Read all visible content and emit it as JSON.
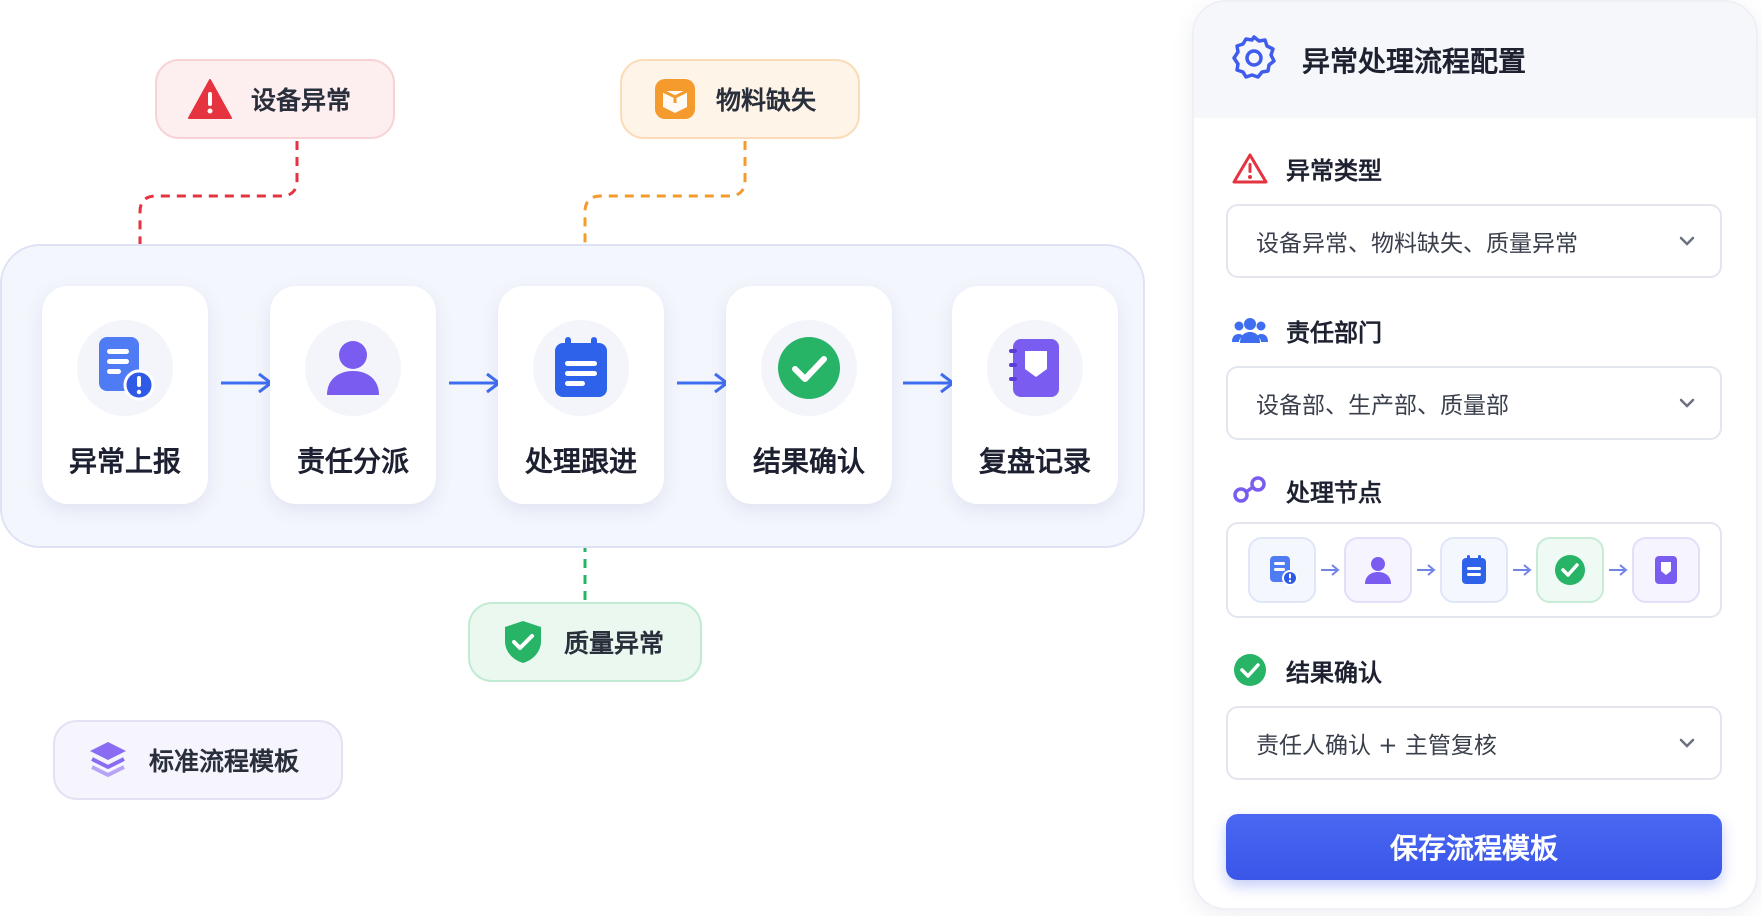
{
  "tags": {
    "equipment": "设备异常",
    "material": "物料缺失",
    "quality": "质量异常",
    "template": "标准流程模板"
  },
  "flow": {
    "steps": [
      {
        "label": "异常上报",
        "icon": "report-icon"
      },
      {
        "label": "责任分派",
        "icon": "user-icon"
      },
      {
        "label": "处理跟进",
        "icon": "clipboard-icon"
      },
      {
        "label": "结果确认",
        "icon": "check-icon"
      },
      {
        "label": "复盘记录",
        "icon": "notebook-icon"
      }
    ]
  },
  "panel": {
    "title": "异常处理流程配置",
    "sections": {
      "type_label": "异常类型",
      "type_value": "设备异常、物料缺失、质量异常",
      "dept_label": "责任部门",
      "dept_value": "设备部、生产部、质量部",
      "nodes_label": "处理节点",
      "confirm_label": "结果确认",
      "confirm_value": "责任人确认 + 主管复核"
    },
    "save_label": "保存流程模板"
  },
  "colors": {
    "red": "#e5333f",
    "orange": "#f59a2c",
    "green": "#27b467",
    "blue": "#3f6df0",
    "purple": "#7b5cf0",
    "primary_button": "#3f5cec"
  }
}
